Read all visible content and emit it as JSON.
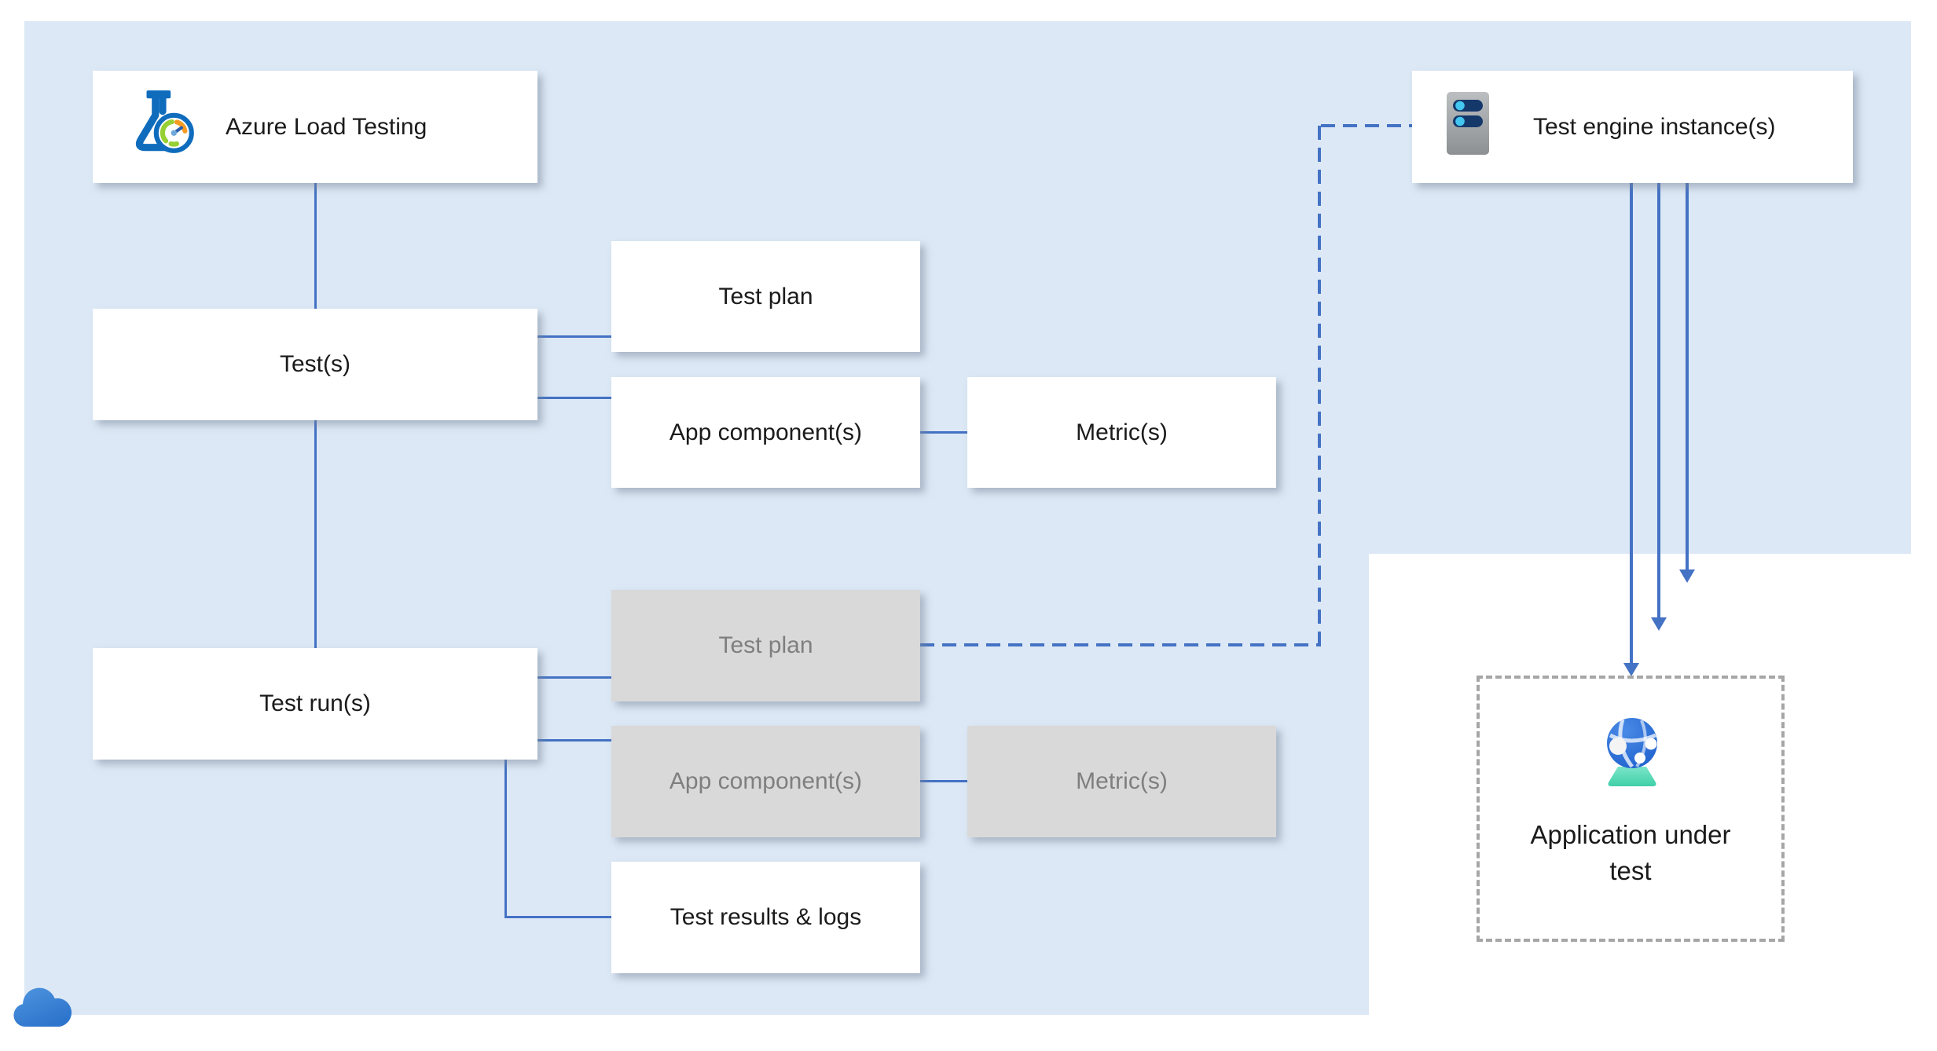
{
  "title": "Azure Load Testing architecture diagram",
  "colors": {
    "canvas_blue": "#dce8f5",
    "connector_blue": "#4472c4",
    "muted_fill": "#d9d9d9",
    "muted_text": "#7f7f7f",
    "dashed_gray": "#a6a6a6",
    "text_dark": "#1b1b1b"
  },
  "nodes": {
    "azure_load_testing": {
      "label": "Azure Load Testing",
      "icon": "load-testing-flask-icon"
    },
    "tests": {
      "label": "Test(s)"
    },
    "test_runs": {
      "label": "Test run(s)"
    },
    "test_plan": {
      "label": "Test plan"
    },
    "app_components": {
      "label": "App component(s)"
    },
    "metrics": {
      "label": "Metric(s)"
    },
    "test_plan_run": {
      "label": "Test plan"
    },
    "app_components_run": {
      "label": "App component(s)"
    },
    "metrics_run": {
      "label": "Metric(s)"
    },
    "test_results": {
      "label": "Test results & logs"
    },
    "test_engine": {
      "label": "Test engine instance(s)",
      "icon": "server-icon"
    },
    "application_under_test": {
      "label": "Application under test",
      "icon": "web-app-globe-icon"
    }
  },
  "decorations": {
    "cloud_icon": "azure-cloud-icon"
  }
}
